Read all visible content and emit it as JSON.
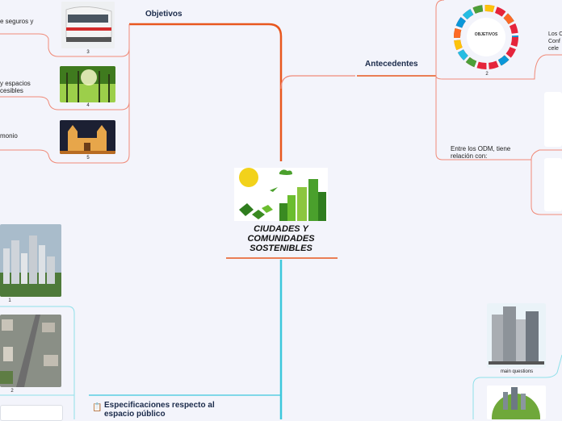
{
  "central": {
    "title_lines": [
      "CIUDADES Y",
      "COMUNIDADES",
      "SOSTENIBLES"
    ]
  },
  "branches": {
    "objetivos": {
      "label": "Objetivos"
    },
    "antecedentes": {
      "label": "Antecedentes"
    },
    "odm": {
      "label": "Entre los ODM, tiene relación con:"
    },
    "especificaciones": {
      "label": "Especificaciones respecto al espacio público"
    }
  },
  "left_items": [
    {
      "text": "e seguros y",
      "caption": "3"
    },
    {
      "text": "y espacios\ncesibles",
      "caption": "4"
    },
    {
      "text": "monio",
      "caption": "5"
    }
  ],
  "left_images": [
    {
      "caption": "1"
    },
    {
      "caption": "2"
    }
  ],
  "right": {
    "sdg_caption": "2",
    "sdg_logo_text": "OBJETIVOS",
    "los_text": "Los O\nConf\ncele",
    "main_questions_caption": "main questions"
  },
  "colors": {
    "orange": "#e8571e",
    "cyan": "#3cc8dc",
    "salmon": "#f08a78",
    "lightcyan": "#8fe0ea"
  }
}
